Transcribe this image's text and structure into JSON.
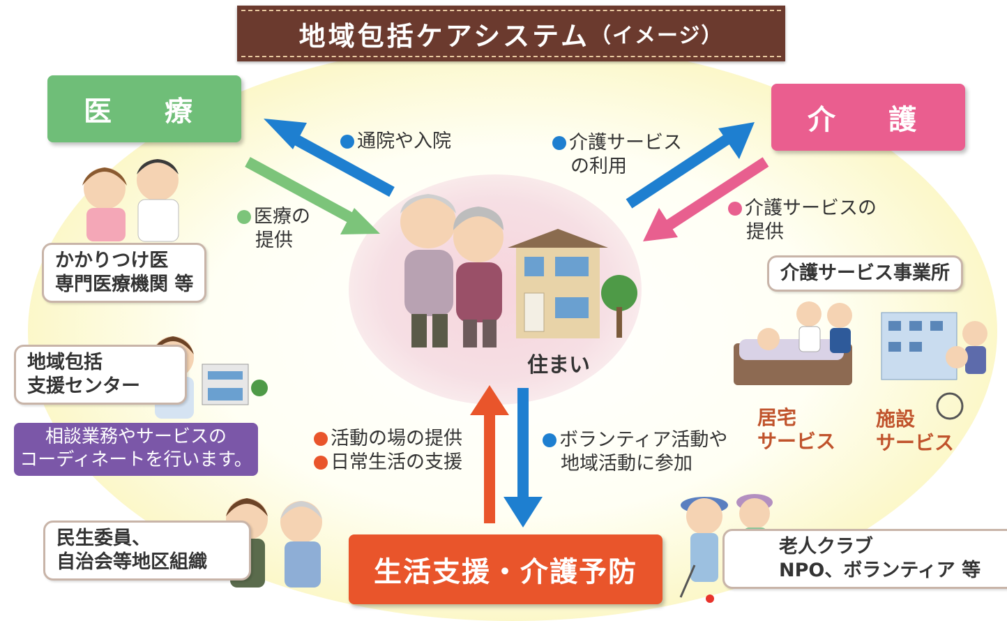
{
  "title": {
    "main": "地域包括ケアシステム",
    "sub": "（イメージ）"
  },
  "categories": {
    "medical": "医　療",
    "care": "介　護",
    "support": "生活支援・介護予防"
  },
  "arrows": {
    "to_medical": "通院や入院",
    "from_medical_1": "医療の",
    "from_medical_2": "提供",
    "to_care_1": "介護サービス",
    "to_care_2": "の利用",
    "from_care_1": "介護サービスの",
    "from_care_2": "提供",
    "up_1": "活動の場の提供",
    "up_2": "日常生活の支援",
    "down_1": "ボランティア活動や",
    "down_2": "地域活動に参加"
  },
  "center_label": "住まい",
  "medical_box": {
    "line1": "かかりつけ医",
    "line2": "専門医療機関 等"
  },
  "center_box": {
    "line1": "地域包括",
    "line2": "支援センター"
  },
  "purple_note": {
    "line1": "相談業務やサービスの",
    "line2": "コーディネートを行います。"
  },
  "care_office": "介護サービス事業所",
  "home_service": {
    "line1": "居宅",
    "line2": "サービス"
  },
  "facility_service": {
    "line1": "施設",
    "line2": "サービス"
  },
  "community_box": {
    "line1": "民生委員、",
    "line2": "自治会等地区組織"
  },
  "club_box": {
    "line1": "老人クラブ",
    "line2": "NPO、ボランティア 等"
  },
  "colors": {
    "medical": "#6fbe78",
    "care": "#ea5e8f",
    "support": "#e9552b",
    "blue": "#1e7fd0",
    "orange": "#e9552b",
    "title_bg": "#6b3a2e",
    "purple": "#7b57a8"
  }
}
